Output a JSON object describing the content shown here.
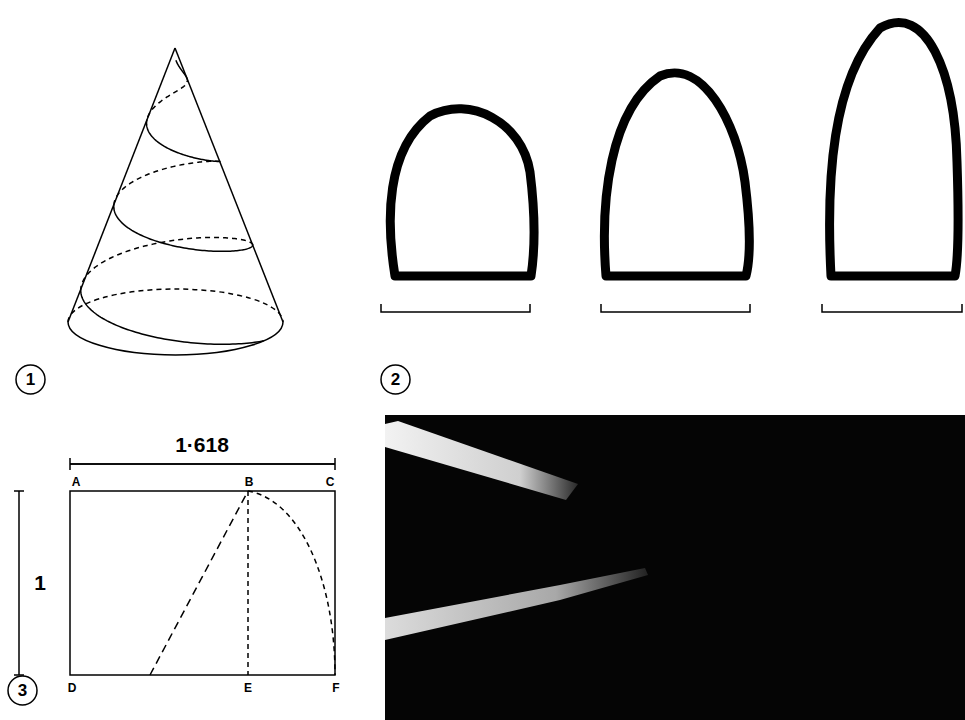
{
  "diagram": {
    "nodes": [
      {
        "text": [
          "1"
        ]
      },
      {
        "text": [
          "2"
        ]
      },
      {
        "text": [
          "3"
        ]
      }
    ],
    "labels": [
      "1·618",
      "1",
      "A",
      "B",
      "C",
      "D",
      "E",
      "F"
    ]
  }
}
